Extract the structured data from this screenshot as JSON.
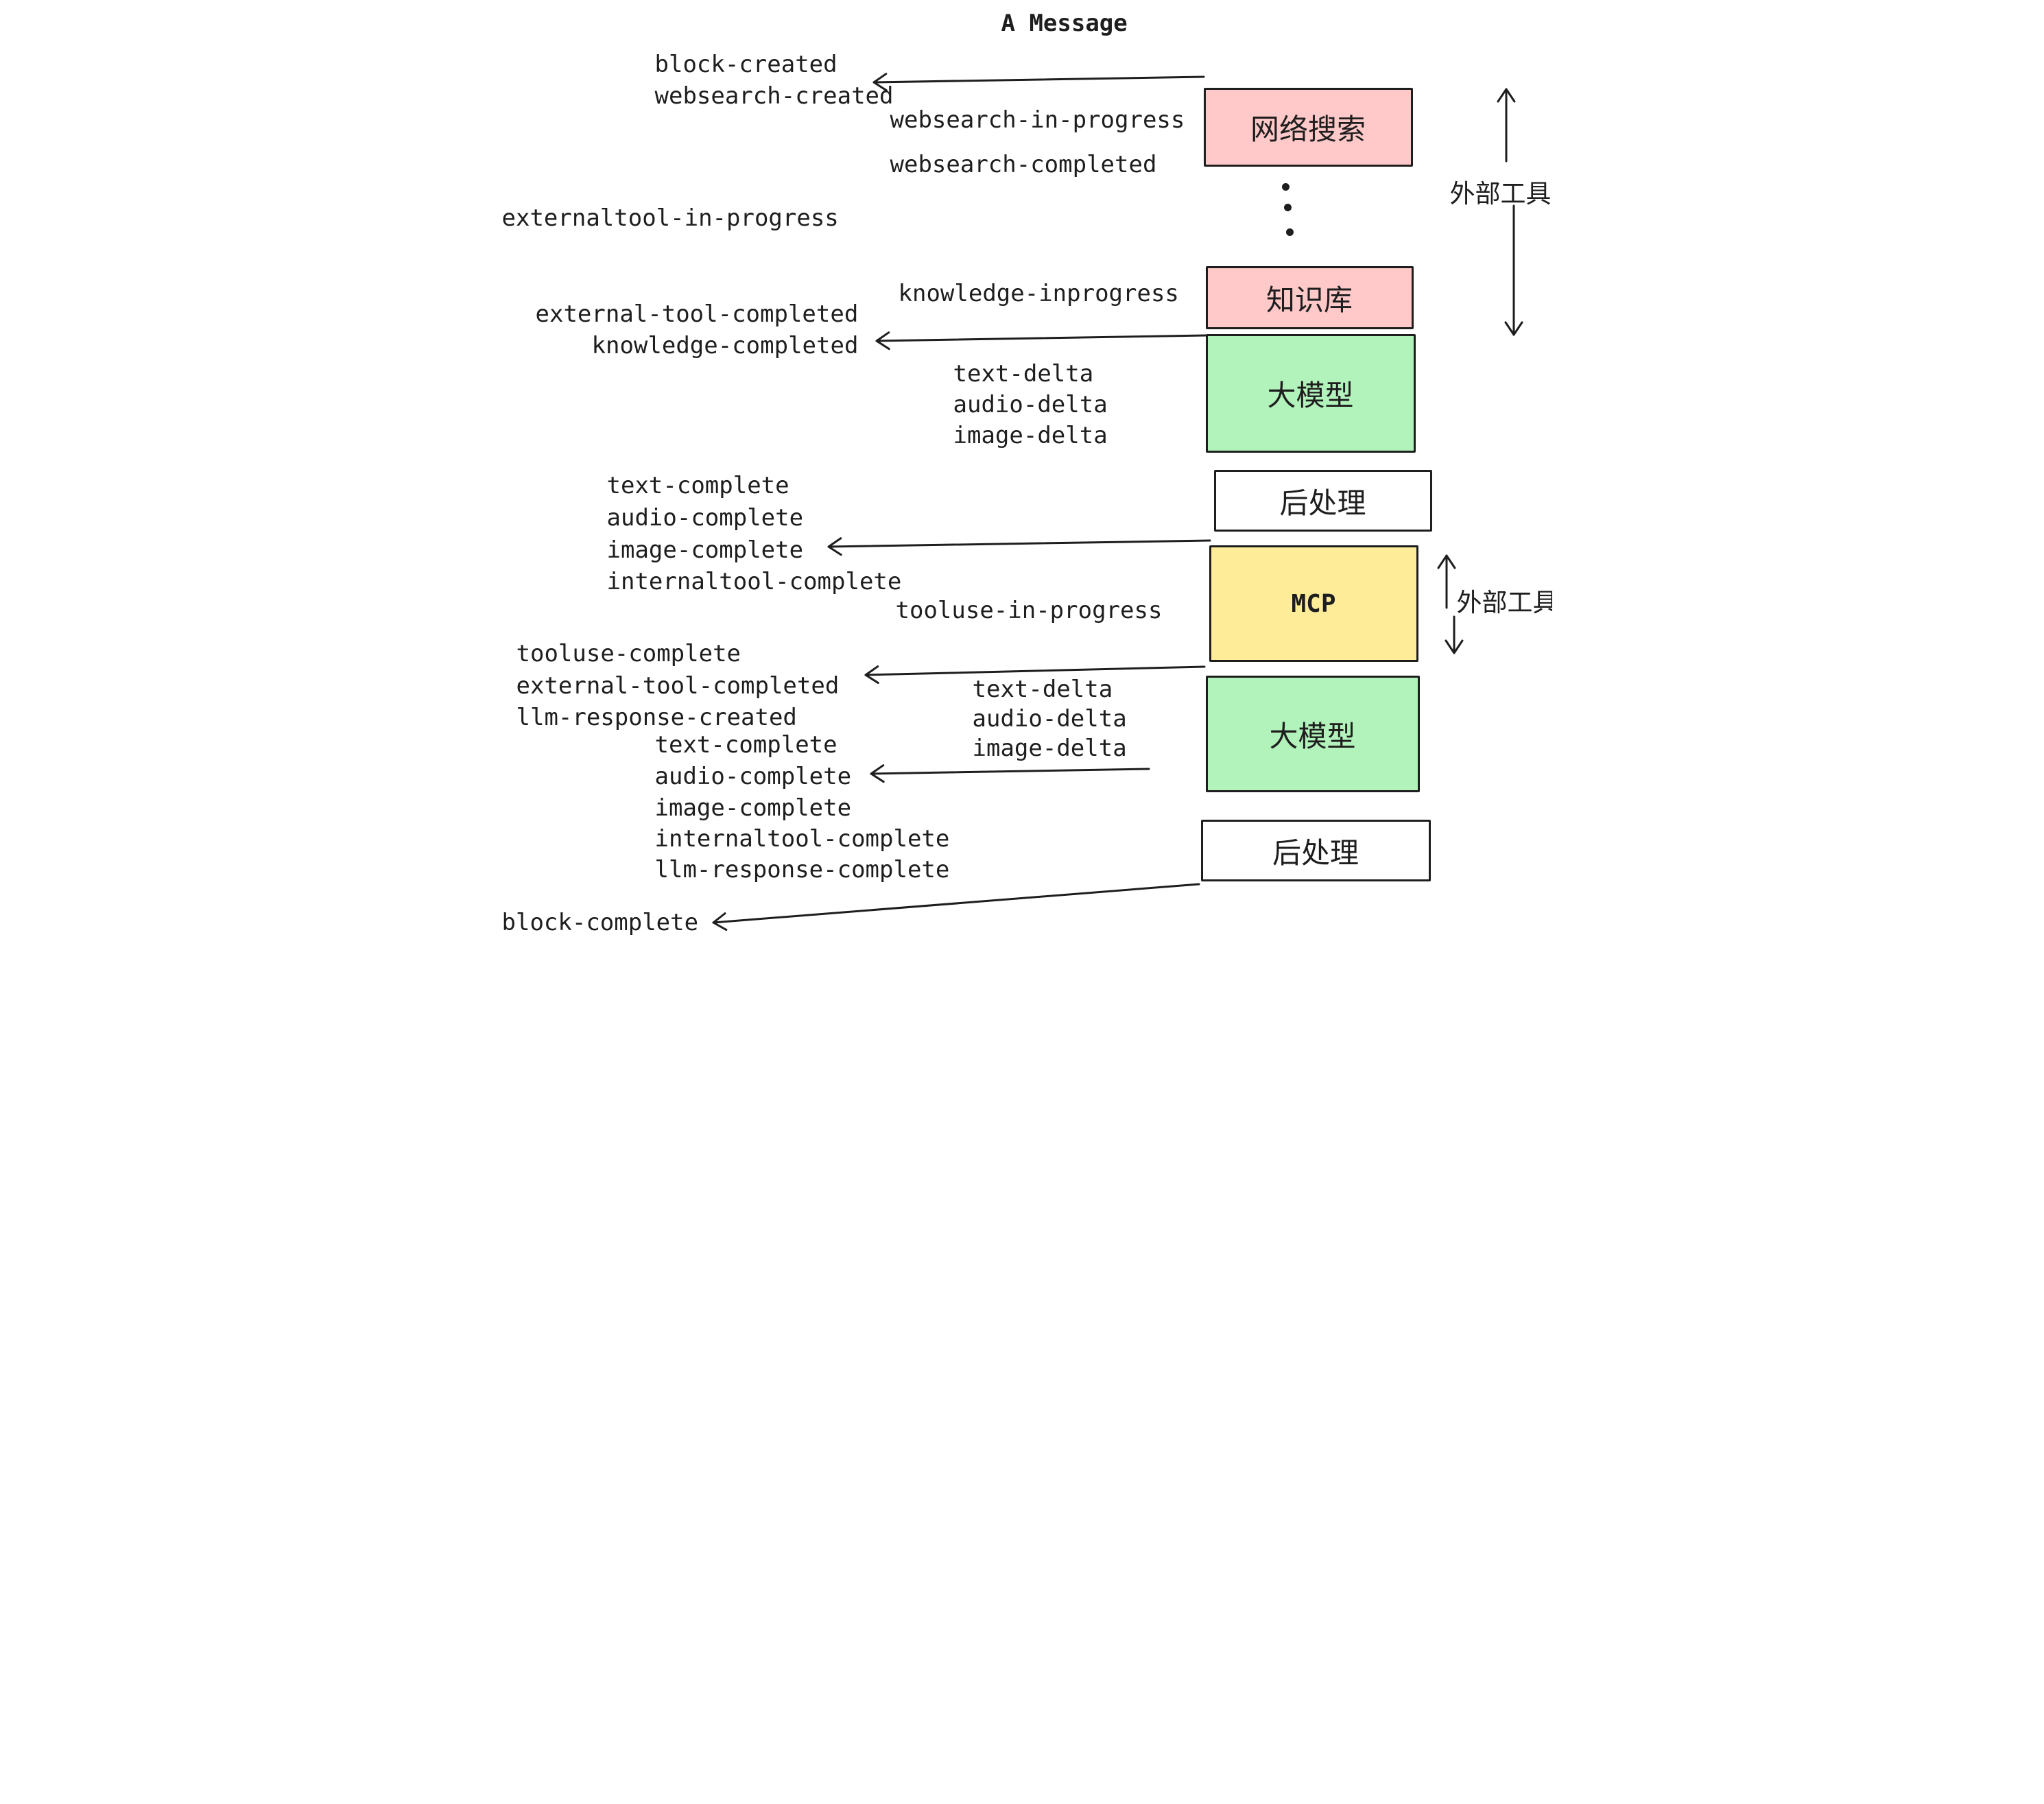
{
  "title": "A Message",
  "events": {
    "block_created": "block-created",
    "websearch_created": "websearch-created",
    "websearch_in_progress": "websearch-in-progress",
    "websearch_completed": "websearch-completed",
    "externaltool_in_progress": "externaltool-in-progress",
    "knowledge_inprogress": "knowledge-inprogress",
    "external_tool_completed": "external-tool-completed",
    "knowledge_completed": "knowledge-completed",
    "text_delta": "text-delta",
    "audio_delta": "audio-delta",
    "image_delta": "image-delta",
    "text_complete": "text-complete",
    "audio_complete": "audio-complete",
    "image_complete": "image-complete",
    "internaltool_complete": "internaltool-complete",
    "tooluse_in_progress": "tooluse-in-progress",
    "tooluse_complete": "tooluse-complete",
    "external_tool_completed_2": "external-tool-completed",
    "llm_response_created": "llm-response-created",
    "text_delta_2": "text-delta",
    "audio_delta_2": "audio-delta",
    "image_delta_2": "image-delta",
    "text_complete_2": "text-complete",
    "audio_complete_2": "audio-complete",
    "image_complete_2": "image-complete",
    "internaltool_complete_2": "internaltool-complete",
    "llm_response_complete": "llm-response-complete",
    "block_complete": "block-complete"
  },
  "boxes": {
    "websearch": "网络搜索",
    "knowledge": "知识库",
    "llm_1": "大模型",
    "post_1": "后处理",
    "mcp": "MCP",
    "llm_2": "大模型",
    "post_2": "后处理"
  },
  "side_labels": {
    "external_tools_top": "外部工具",
    "external_tools_bottom": "外部工具"
  },
  "colors": {
    "box_pink": "#ffc9c9",
    "box_green": "#b2f2bb",
    "box_yellow": "#ffec99",
    "box_white": "#ffffff",
    "stroke": "#1e1e1e"
  }
}
